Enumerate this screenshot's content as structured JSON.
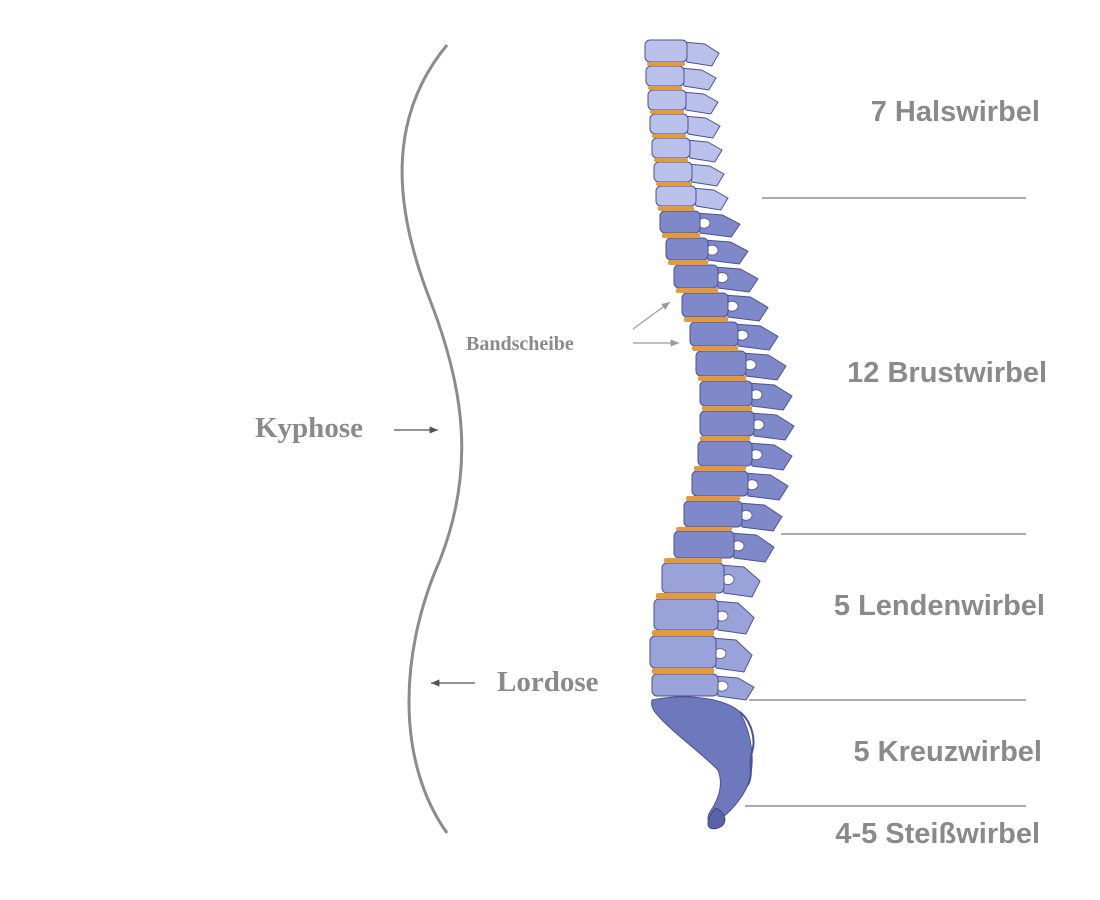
{
  "regions": {
    "cervical": "7 Halswirbel",
    "thoracic": "12 Brustwirbel",
    "lumbar": "5 Lendenwirbel",
    "sacral": "5 Kreuzwirbel",
    "coccygeal": "4-5 Steißwirbel"
  },
  "curvature": {
    "kyphosis": "Kyphose",
    "lordosis": "Lordose"
  },
  "disc_label": "Bandscheibe",
  "colors": {
    "label_text": "#8a8a8a",
    "cervical_vertebra": "#b9c0ea",
    "thoracic_vertebra": "#7f88c8",
    "lumbar_vertebra": "#9aa3d9",
    "sacrum": "#6e78bd",
    "disc": "#e39a3c",
    "divider": "#555555",
    "curve": "#8c8c8c"
  }
}
